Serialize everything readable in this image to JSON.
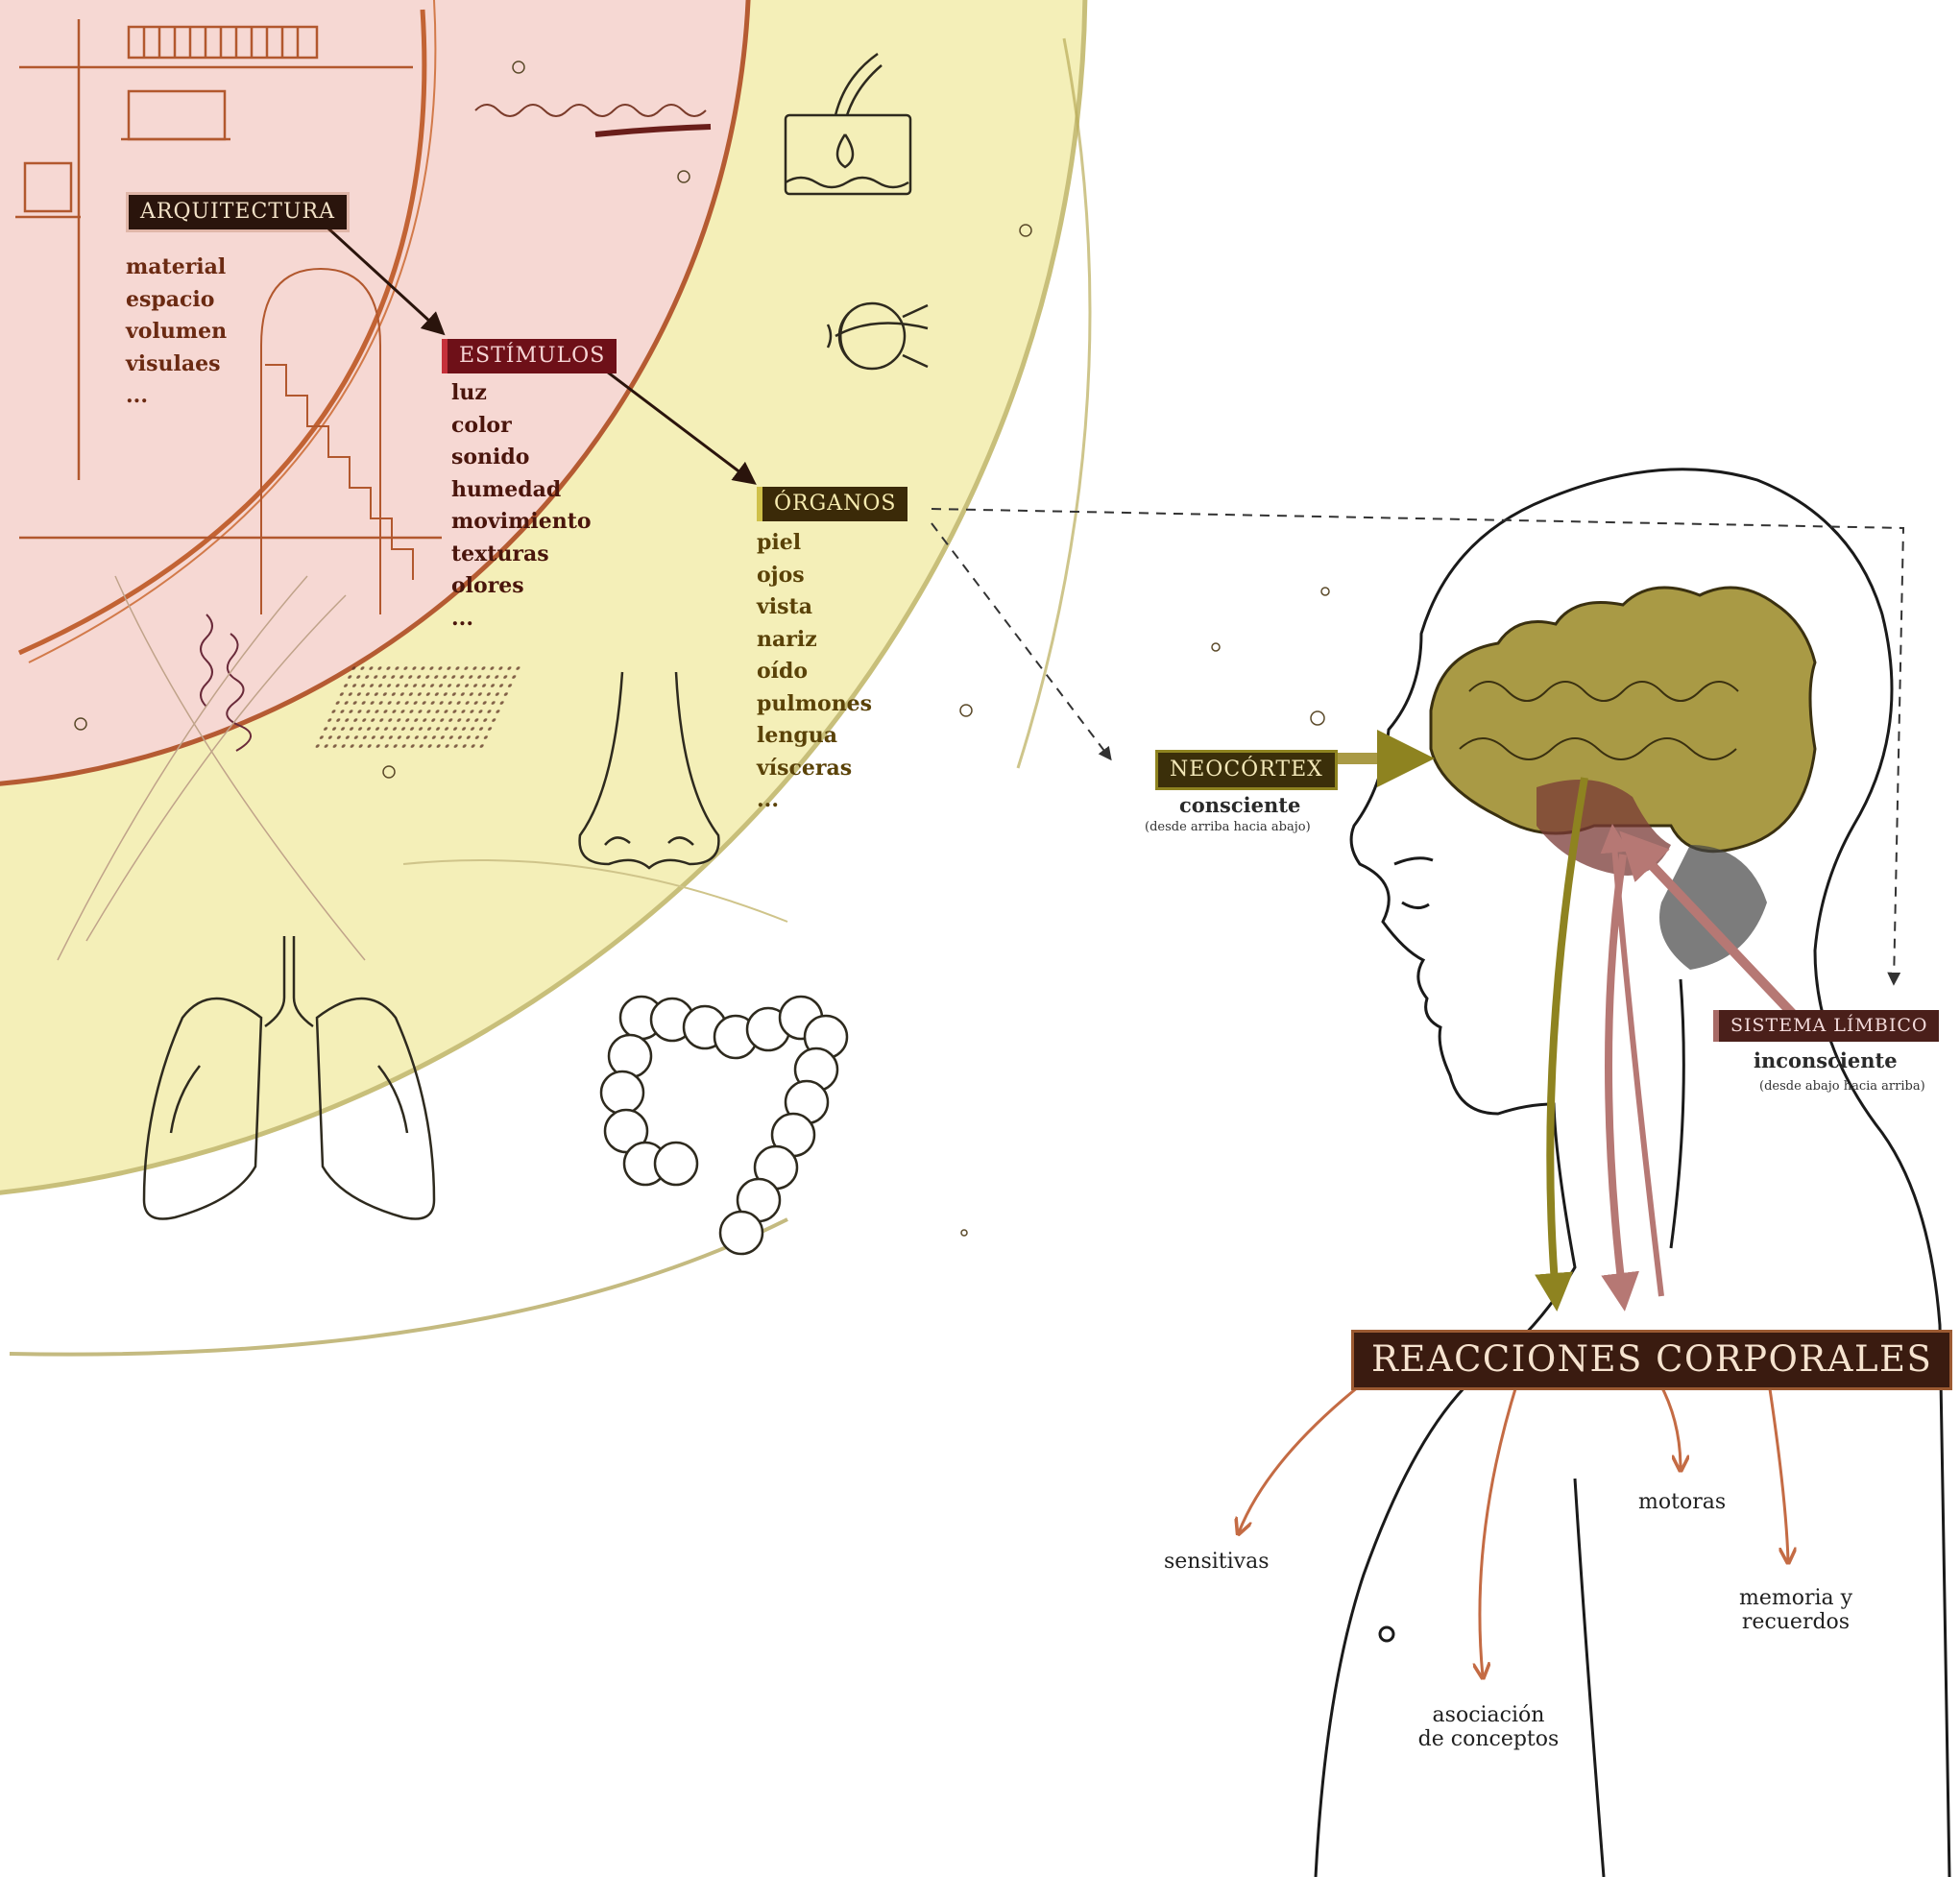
{
  "arquitectura": {
    "title": "ARQUITECTURA",
    "items": [
      "material",
      "espacio",
      "volumen",
      "visulaes",
      "..."
    ]
  },
  "estimulos": {
    "title": "ESTÍMULOS",
    "items": [
      "luz",
      "color",
      "sonido",
      "humedad",
      "movimiento",
      "texturas",
      "olores",
      "..."
    ]
  },
  "organos": {
    "title": "ÓRGANOS",
    "items": [
      "piel",
      "ojos",
      "vista",
      "nariz",
      "oído",
      "pulmones",
      "lengua",
      "vísceras",
      "..."
    ]
  },
  "neocortex": {
    "title": "NEOCÓRTEX",
    "subtitle": "consciente",
    "note": "(desde arriba hacia abajo)"
  },
  "limbico": {
    "title": "SISTEMA LÍMBICO",
    "subtitle": "inconsciente",
    "note": "(desde abajo hacia arriba)"
  },
  "reacciones": {
    "title": "REACCIONES CORPORALES",
    "sensitivas": "sensitivas",
    "motoras": "motoras",
    "memoria_line1": "memoria y",
    "memoria_line2": "recuerdos",
    "asociacion_line1": "asociación",
    "asociacion_line2": "de conceptos"
  },
  "colors": {
    "outer_ring": "#f3efb4",
    "inner_circle": "#f5d9d4",
    "arch_line": "#b2582e",
    "brain": "#a99a45",
    "limbic": "#8e4b48",
    "arrow_reaction": "#c46b44"
  },
  "icons": [
    "skin-icon",
    "eye-icon",
    "nose-icon",
    "lungs-icon",
    "intestine-icon",
    "building-icon",
    "stairs-icon",
    "head-silhouette-icon",
    "brain-icon"
  ]
}
